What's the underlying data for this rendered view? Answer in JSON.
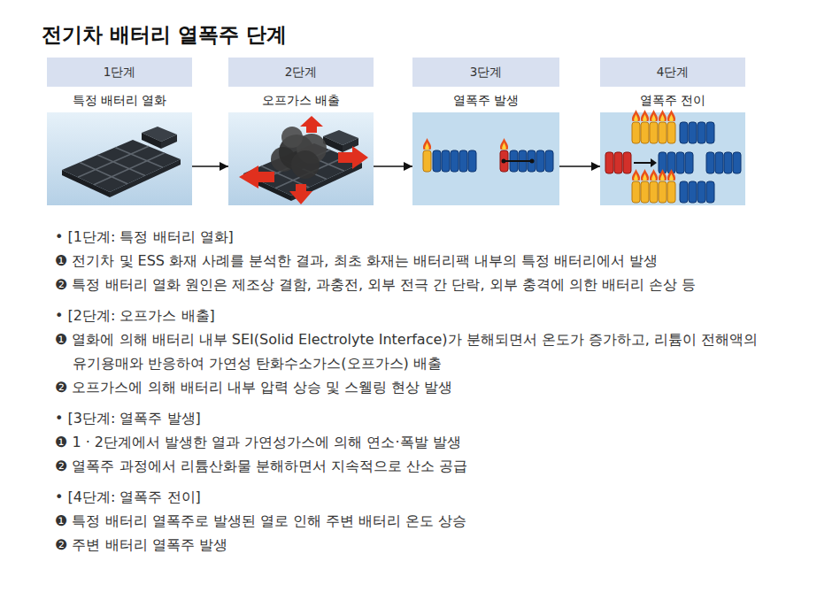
{
  "diagram": {
    "title": "전기차 배터리 열폭주 단계",
    "nodes": [
      {
        "text": [
          "1단계",
          "특정 배터리 열화"
        ]
      },
      {
        "text": [
          "2단계",
          "오프가스 배출"
        ]
      },
      {
        "text": [
          "3단계",
          "열폭주 발생"
        ]
      },
      {
        "text": [
          "4단계",
          "열폭주 전이"
        ]
      }
    ],
    "edges": [
      {
        "from": 0,
        "to": 1,
        "arrow": "to"
      },
      {
        "from": 1,
        "to": 2,
        "arrow": "to"
      },
      {
        "from": 2,
        "to": 3,
        "arrow": "to"
      }
    ],
    "labels": [
      "• [1단계: 특정 배터리 열화]",
      "❶ 전기차 및 ESS 화재 사례를 분석한 결과, 최초 화재는 배터리팩 내부의 특정 배터리에서 발생",
      "❷ 특정 배터리 열화 원인은 제조상 결함, 과충전, 외부 전극 간 단락, 외부 충격에 의한 배터리 손상 등",
      "• [2단계: 오프가스 배출]",
      "❶ 열화에 의해 배터리 내부 SEI(Solid Electrolyte Interface)가 분해되면서 온도가 증가하고, 리튬이 전해액의 유기용매와 반응하여 가연성 탄화수소가스(오프가스) 배출",
      "❷ 오프가스에 의해 배터리 내부 압력 상승 및 스웰링 현상 발생",
      "• [3단계: 열폭주 발생]",
      "❶ 1 · 2단계에서 발생한 열과 가연성가스에 의해 연소·폭발 발생",
      "❷ 열폭주 과정에서 리튬산화물 분해하면서 지속적으로 산소 공급",
      "• [4단계: 열폭주 전이]",
      "❶ 특정 배터리 열폭주로 발생된 열로 인해 주변 배터리 온도 상승",
      "❷ 주변 배터리 열폭주 발생"
    ]
  }
}
